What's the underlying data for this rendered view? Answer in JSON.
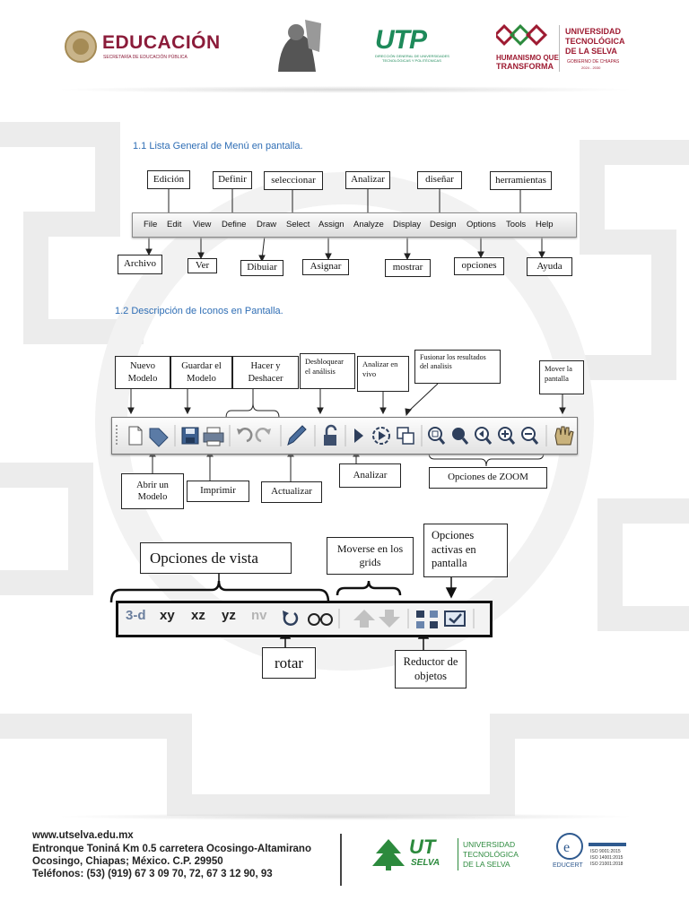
{
  "header": {
    "educacion_title": "EDUCACIÓN",
    "educacion_sub": "SECRETARÍA DE EDUCACIÓN PÚBLICA",
    "utp_logo": "UTP",
    "utp_sub1": "DIRECCIÓN GENERAL DE UNIVERSIDADES",
    "utp_sub2": "TECNOLÓGICAS Y POLITÉCNICAS",
    "humanismo1": "HUMANISMO QUE",
    "humanismo2": "TRANSFORMA",
    "uts_line1": "UNIVERSIDAD",
    "uts_line2": "TECNOLÓGICA",
    "uts_line3": "DE LA SELVA",
    "gobierno": "GOBIERNO DE CHIAPAS",
    "gobierno_years": "2024 - 2030"
  },
  "section1": {
    "title": "1.1 Lista General de Menú en pantalla.",
    "menu_items": [
      "File",
      "Edit",
      "View",
      "Define",
      "Draw",
      "Select",
      "Assign",
      "Analyze",
      "Display",
      "Design",
      "Options",
      "Tools",
      "Help"
    ],
    "top_labels": [
      "Edición",
      "Definir",
      "seleccionar",
      "Analizar",
      "diseñar",
      "herramientas"
    ],
    "bottom_labels": [
      "Archivo",
      "Ver",
      "Dibuiar",
      "Asignar",
      "mostrar",
      "opciones",
      "Ayuda"
    ]
  },
  "section2": {
    "title": "1.2 Descripción de Iconos en Pantalla.",
    "top_labels": {
      "nuevo": "Nuevo Modelo",
      "guardar": "Guardar el Modelo",
      "hacer": "Hacer y Deshacer",
      "desbloquear": "Desbloquear el análisis",
      "analizar_vivo": "Analizar en vivo",
      "fusionar": "Fusionar los resultados del analisis",
      "mover": "Mover la pantalla"
    },
    "bottom_labels": {
      "abrir": "Abrir un Modelo",
      "imprimir": "Imprimir",
      "actualizar": "Actualizar",
      "analizar": "Analizar",
      "zoom": "Opciones de ZOOM"
    }
  },
  "section3": {
    "vista": "Opciones de vista",
    "moverse": "Moverse en los grids",
    "activas": "Opciones activas en pantalla",
    "rotar": "rotar",
    "reductor": "Reductor de objetos",
    "toolbar_items": [
      "3-d",
      "xy",
      "xz",
      "yz",
      "nv"
    ]
  },
  "footer": {
    "web": "www.utselva.edu.mx",
    "address1": "Entronque Toniná Km 0.5 carretera Ocosingo-Altamirano",
    "address2": "Ocosingo, Chiapas; México. C.P. 29950",
    "phones": "Teléfonos: (53) (919) 67 3 09 70, 72, 67 3 12 90, 93",
    "ut_logo": "UT",
    "selva_logo": "SELVA",
    "uni1": "UNIVERSIDAD",
    "uni2": "TECNOLÓGICA",
    "uni3": "DE LA SELVA",
    "educert": "EDUCERT",
    "iso1": "ISO 9001:2015",
    "iso2": "ISO 14001:2015",
    "iso3": "ISO 21001:2018"
  },
  "colors": {
    "section_title": "#2f6eb5",
    "educacion": "#8b1c3a",
    "utp": "#1e8a5a",
    "selva_green": "#2c8a3d",
    "uts_red": "#9e1b32"
  }
}
